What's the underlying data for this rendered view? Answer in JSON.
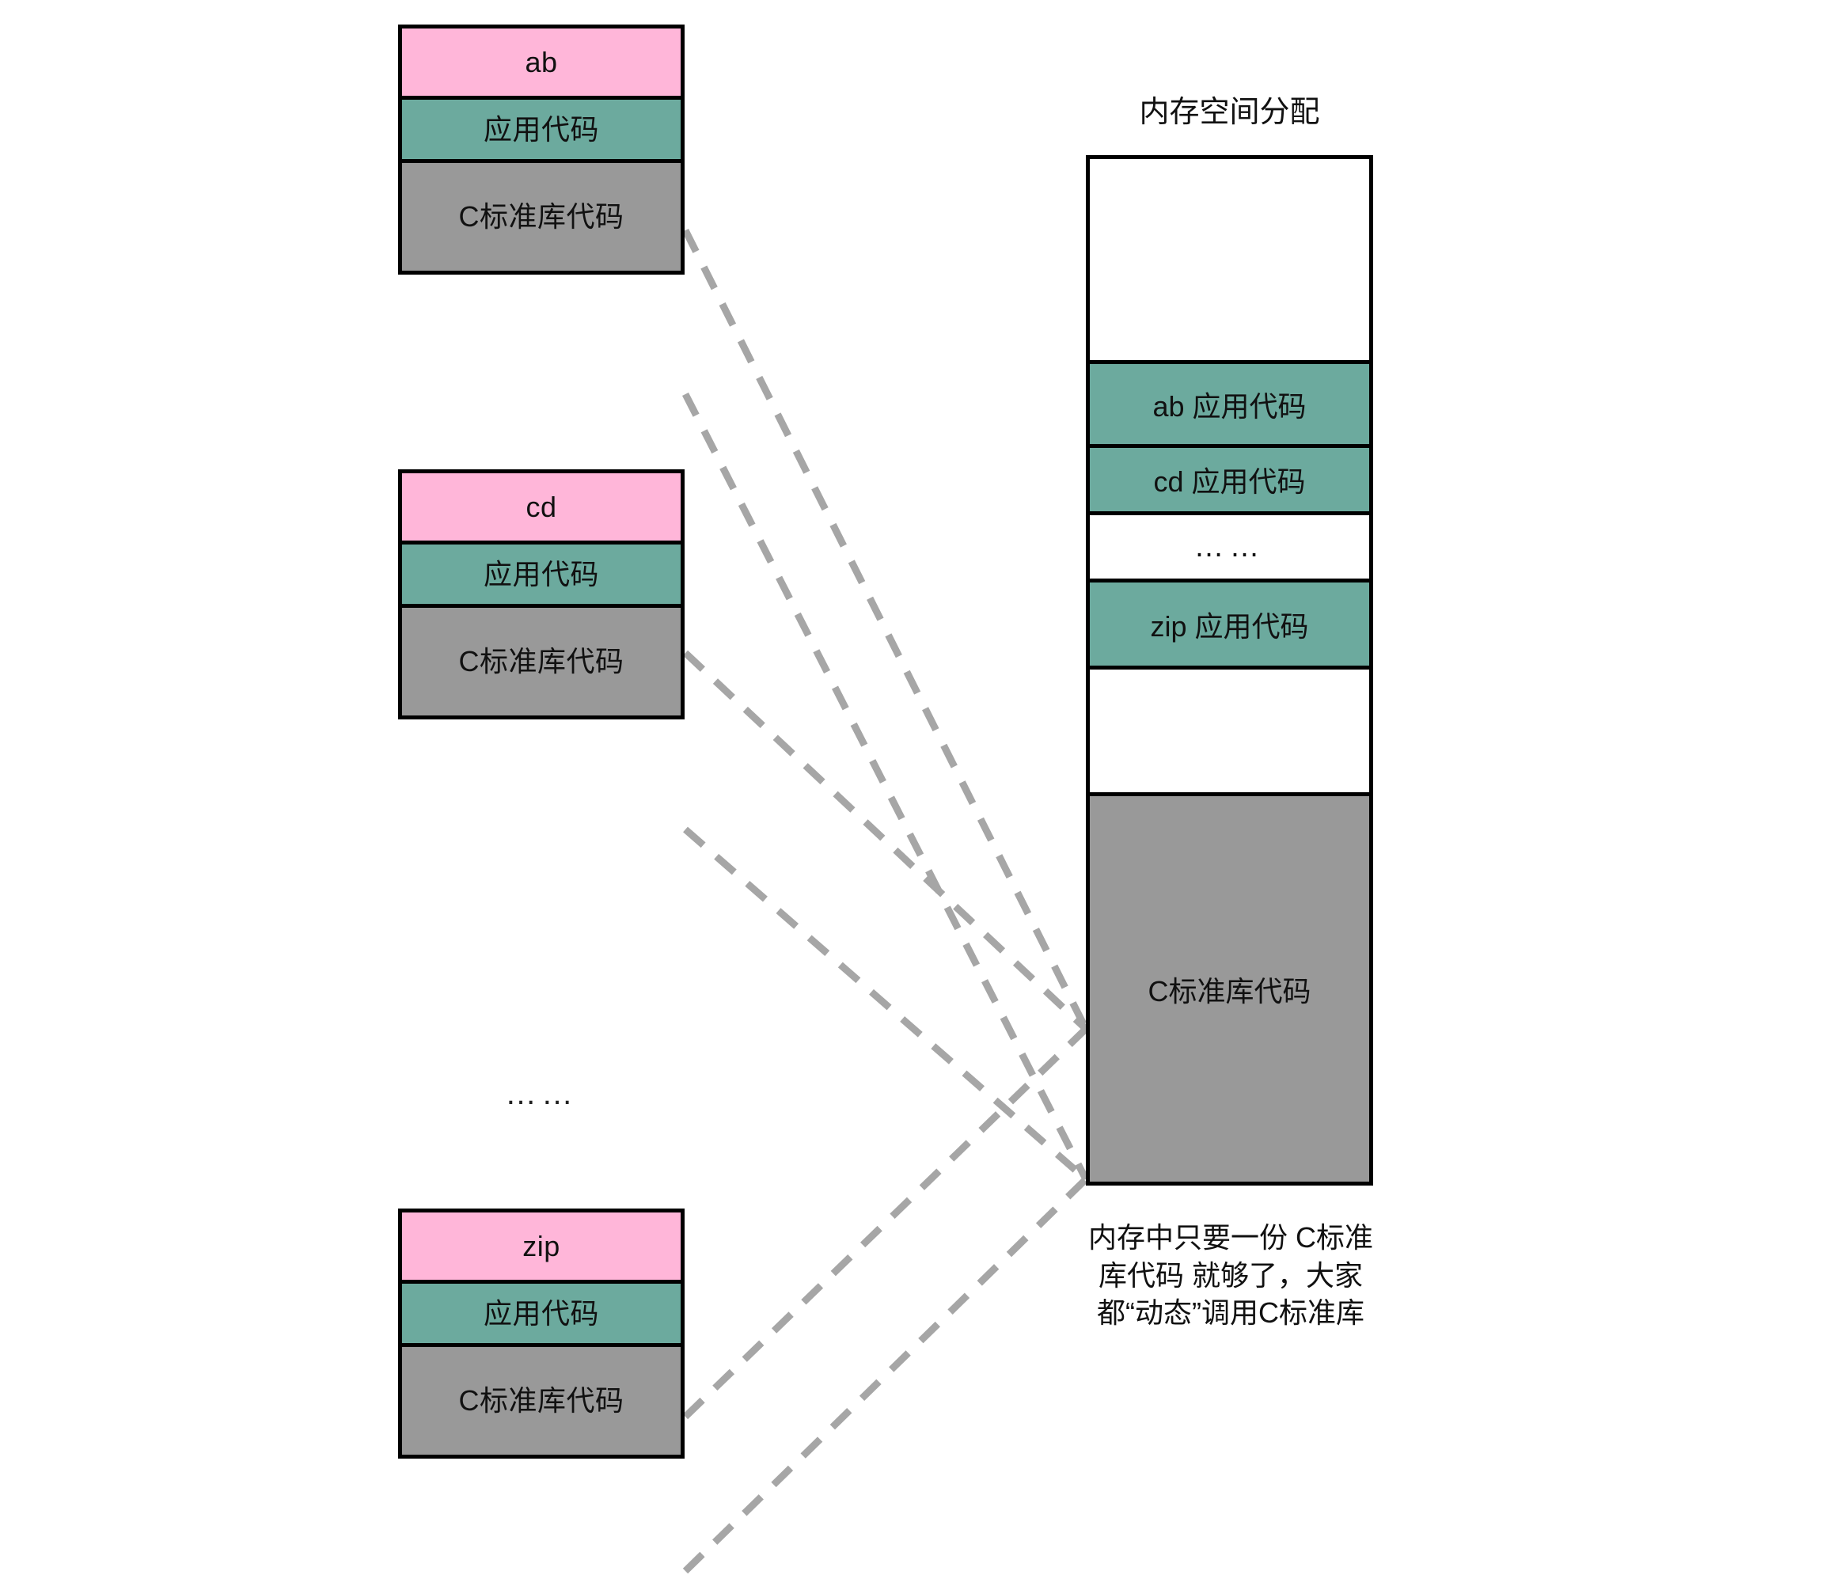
{
  "diagram": {
    "title_right": "内存空间分配",
    "left_ellipsis": "……",
    "programs": [
      {
        "id": "ab",
        "name": "ab",
        "app_code_label": "应用代码",
        "libc_label": "C标准库代码"
      },
      {
        "id": "cd",
        "name": "cd",
        "app_code_label": "应用代码",
        "libc_label": "C标准库代码"
      },
      {
        "id": "zip",
        "name": "zip",
        "app_code_label": "应用代码",
        "libc_label": "C标准库代码"
      }
    ],
    "memory_segments": [
      {
        "id": "free-top",
        "label": "",
        "kind": "free"
      },
      {
        "id": "ab-code",
        "label": "ab 应用代码",
        "kind": "used"
      },
      {
        "id": "cd-code",
        "label": "cd 应用代码",
        "kind": "used"
      },
      {
        "id": "dots",
        "label": "……",
        "kind": "dots"
      },
      {
        "id": "zip-code",
        "label": "zip 应用代码",
        "kind": "used"
      },
      {
        "id": "free-mid",
        "label": "",
        "kind": "free"
      },
      {
        "id": "libc",
        "label": "C标准库代码",
        "kind": "libc"
      }
    ],
    "caption_lines": [
      "内存中只要一份 C标准",
      "库代码 就够了，大家",
      "都“动态”调用C标准库"
    ],
    "colors": {
      "app_name_pink": "#FFB6D9",
      "app_code_teal": "#6CAA9E",
      "libc_gray": "#999999",
      "outline_black": "#000000",
      "connector_gray": "#A6A6A6",
      "background_white": "#FFFFFF"
    }
  }
}
